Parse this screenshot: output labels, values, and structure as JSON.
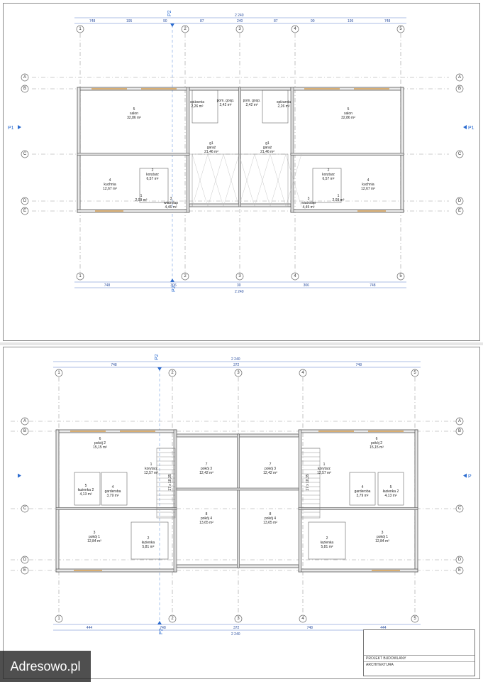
{
  "watermark": "Adresowo.pl",
  "axes": {
    "cols": [
      "1",
      "2",
      "3",
      "4",
      "5"
    ],
    "rows": [
      "A",
      "B",
      "C",
      "D",
      "E"
    ]
  },
  "sections": {
    "vertical": "P2",
    "horizontal": "P1",
    "horizontal_2": "P"
  },
  "ground_floor": {
    "total_width": "2 240",
    "top_dims": [
      "748",
      "195",
      "90",
      "87",
      "240",
      "87",
      "90",
      "195",
      "748"
    ],
    "bottom_dims": [
      "748",
      "306",
      "30",
      "306",
      "748"
    ],
    "rooms": [
      {
        "no": "5",
        "name": "salon",
        "area": "32,86 m²"
      },
      {
        "no": "4",
        "name": "kuchnia",
        "area": "12,67 m²"
      },
      {
        "no": "2",
        "name": "korytarz",
        "area": "6,57 m²"
      },
      {
        "no": "3",
        "name": "wiatrołap",
        "area": "4,46 m²"
      },
      {
        "no": "1",
        "name": "",
        "area": "2,09 m²"
      },
      {
        "no": "",
        "name": "spiżarnia",
        "area": "2,26 m²"
      },
      {
        "no": "",
        "name": "pom. gosp.",
        "area": "2,42 m²"
      },
      {
        "no": "g1",
        "name": "garaż",
        "area": "21,46 m²"
      },
      {
        "no": "g1",
        "name": "garaż",
        "area": "21,46 m²"
      },
      {
        "no": "",
        "name": "pom. gosp.",
        "area": "2,42 m²"
      },
      {
        "no": "",
        "name": "spiżarnia",
        "area": "2,26 m²"
      },
      {
        "no": "5",
        "name": "salon",
        "area": "32,86 m²"
      },
      {
        "no": "2",
        "name": "korytarz",
        "area": "6,57 m²"
      },
      {
        "no": "4",
        "name": "kuchnia",
        "area": "12,67 m²"
      },
      {
        "no": "3",
        "name": "wiatrołap",
        "area": "4,45 m²"
      },
      {
        "no": "1",
        "name": "",
        "area": "2,09 m²"
      }
    ]
  },
  "first_floor": {
    "total_width": "2 240",
    "top_dims": [
      "748",
      "372",
      "748"
    ],
    "bottom_dims": [
      "444",
      "748",
      "372",
      "748",
      "444"
    ],
    "rooms": [
      {
        "no": "6",
        "name": "pokój 2",
        "area": "15,15 m²"
      },
      {
        "no": "1",
        "name": "korytarz",
        "area": "12,57 m²"
      },
      {
        "no": "5",
        "name": "łazienka 2",
        "area": "4,13 m²"
      },
      {
        "no": "4",
        "name": "garderoba",
        "area": "3,79 m²"
      },
      {
        "no": "3",
        "name": "pokój 1",
        "area": "12,84 m²"
      },
      {
        "no": "2",
        "name": "łazienka",
        "area": "5,81 m²"
      },
      {
        "no": "7",
        "name": "pokój 3",
        "area": "12,42 m²"
      },
      {
        "no": "8",
        "name": "pokój 4",
        "area": "13,65 m²"
      },
      {
        "no": "7",
        "name": "pokój 3",
        "area": "12,42 m²"
      },
      {
        "no": "8",
        "name": "pokój 4",
        "area": "13,65 m²"
      },
      {
        "no": "6",
        "name": "pokój 2",
        "area": "15,15 m²"
      },
      {
        "no": "1",
        "name": "korytarz",
        "area": "12,57 m²"
      },
      {
        "no": "4",
        "name": "garderoba",
        "area": "3,79 m²"
      },
      {
        "no": "5",
        "name": "łazienka 2",
        "area": "4,13 m²"
      },
      {
        "no": "3",
        "name": "pokój 1",
        "area": "12,84 m²"
      },
      {
        "no": "2",
        "name": "łazienka",
        "area": "5,81 m²"
      }
    ],
    "stairs_label": "17 x 18,35"
  },
  "title_block": {
    "project": "PROJEKT BUDOWLANY",
    "branch": "ARCHITEKTURA"
  }
}
